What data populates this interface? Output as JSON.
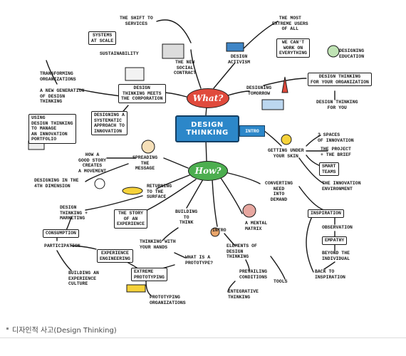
{
  "diagram": {
    "center": "DESIGN\nTHINKING",
    "what": "What?",
    "how": "How?",
    "intro": "INTRO",
    "labels": {
      "shift_to_services": "THE SHIFT TO\nSERVICES",
      "systems_at_scale": "SYSTEMS\nAT SCALE",
      "sustainability": "SUSTAINABILITY",
      "new_social_contract": "THE NEW\nSOCIAL\nCONTRACT",
      "design_activism": "DESIGN\nACTIVISM",
      "most_extreme_users": "THE MOST\nEXTREME USERS\nOF ALL",
      "we_cant_work": "WE CAN'T\nWORK ON\nEVERYTHING",
      "designing_education": "DESIGNING\nEDUCATION",
      "transforming_orgs": "TRANSFORMING\nORGANIZATIONS",
      "new_generation": "A NEW GENERATION\nOF DESIGN\nTHINKING",
      "dt_meets_corp": "DESIGN\nTHINKING MEETS\nTHE CORPORATION",
      "designing_tomorrow": "DESIGNING\nTOMORROW",
      "dt_for_org": "DESIGN THINKING\nFOR YOUR ORGANIZATION",
      "dt_for_you": "DESIGN THINKING\nFOR YOU",
      "using_dt": "USING\nDESIGN THINKING\nTO MANAGE\nAN INNOVATION\nPORTFOLIO",
      "designing_systematic": "DESIGNING A\nSYSTEMATIC\nAPPROACH TO\nINNOVATION",
      "spreading_message": "SPREADING\nTHE\nMESSAGE",
      "getting_under_skin": "GETTING UNDER\nYOUR SKIN",
      "three_spaces": "3 SPACES\nOF INNOVATION",
      "project_brief": "THE PROJECT\n+ THE BRIEF",
      "smart_teams": "SMART\nTEAMS",
      "innovation_env": "THE INNOVATION\nENVIRONMENT",
      "good_story": "HOW A\nGOOD STORY\nCREATES\nA MOVEMENT",
      "fourth_dimension": "DESIGNING IN THE\n4TH DIMENSION",
      "returning_surface": "RETURNING\nTO THE\nSURFACE",
      "converting_need": "CONVERTING\nNEED\nINTO\nDEMAND",
      "dt_marketing": "DESIGN\nTHINKING +\nMARKETING",
      "story_of_experience": "THE STORY\nOF AN\nEXPERIENCE",
      "building_to_think": "BUILDING\nTO\nTHINK",
      "mental_matrix": "A MENTAL\nMATRIX",
      "inspiration": "INSPIRATION",
      "observation": "OBSERVATION",
      "empathy": "EMPATHY",
      "beyond_individual": "BEYOND THE\nINDIVIDUAL",
      "back_to_inspiration": "BACK TO\nINSPIRATION",
      "consumption": "CONSUMPTION",
      "participation": "PARTICIPATION",
      "experience_engineering": "EXPERIENCE\nENGINEERING",
      "thinking_hands": "THINKING WITH\nYOUR HANDS",
      "what_is_prototype": "WHAT IS A\nPROTOTYPE?",
      "intro2": "INTRO",
      "elements_design": "ELEMENTS OF\nDESIGN\nTHINKING",
      "prevailing": "PREVAILING\nCONDITIONS",
      "tools": "TOOLS",
      "integrative": "INTEGRATIVE\nTHINKING",
      "building_culture": "BUILDING AN\nEXPERIENCE\nCULTURE",
      "extreme_prototyping": "EXTREME\nPROTOTYPING",
      "prototyping_orgs": "PROTOTYPING\nORGANIZATIONS"
    }
  },
  "footer": {
    "caption": "디자인적 사고(Design Thinking)"
  },
  "colors": {
    "center_blue": "#2c87c9",
    "what_red": "#e04a3c",
    "how_green": "#4cae4f",
    "ink": "#1a1a1a"
  }
}
